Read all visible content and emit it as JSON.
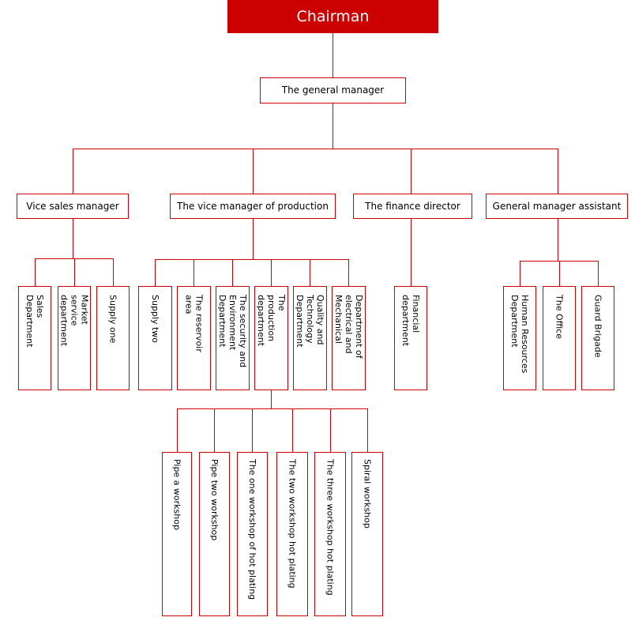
{
  "colors": {
    "accent": "#cc0000",
    "root_fill": "#cc0000",
    "root_text": "#ffffff",
    "node_text": "#000000",
    "background": "#ffffff"
  },
  "org_chart": {
    "chairman": "Chairman",
    "general_manager": "The general manager",
    "managers": {
      "vice_sales": "Vice sales manager",
      "production": "The vice manager of production",
      "finance": "The finance director",
      "assistant": "General manager assistant"
    },
    "vice_sales_departments": [
      "Sales\nDepartment",
      "Market\nservice\ndepartment",
      "Supply one"
    ],
    "production_departments": [
      "Supply two",
      "The reservoir\narea",
      "The security and\nEnvironment\nDepartment",
      "The\nproduction\ndepartment",
      "Quality and\nTechnology\nDepartment",
      "Department of\nelectrical and\nMechanical"
    ],
    "finance_departments": [
      "Financial\ndepartment"
    ],
    "assistant_departments": [
      "Human Resources\nDepartment",
      "The Office",
      "Guard Brigade"
    ],
    "production_workshops": [
      "Pipe a workshop",
      "Pipe two workshop",
      "The one workshop of hot plating",
      "The two workshop hot plating",
      "The three workshop hot plating",
      "Spiral workshop"
    ]
  }
}
